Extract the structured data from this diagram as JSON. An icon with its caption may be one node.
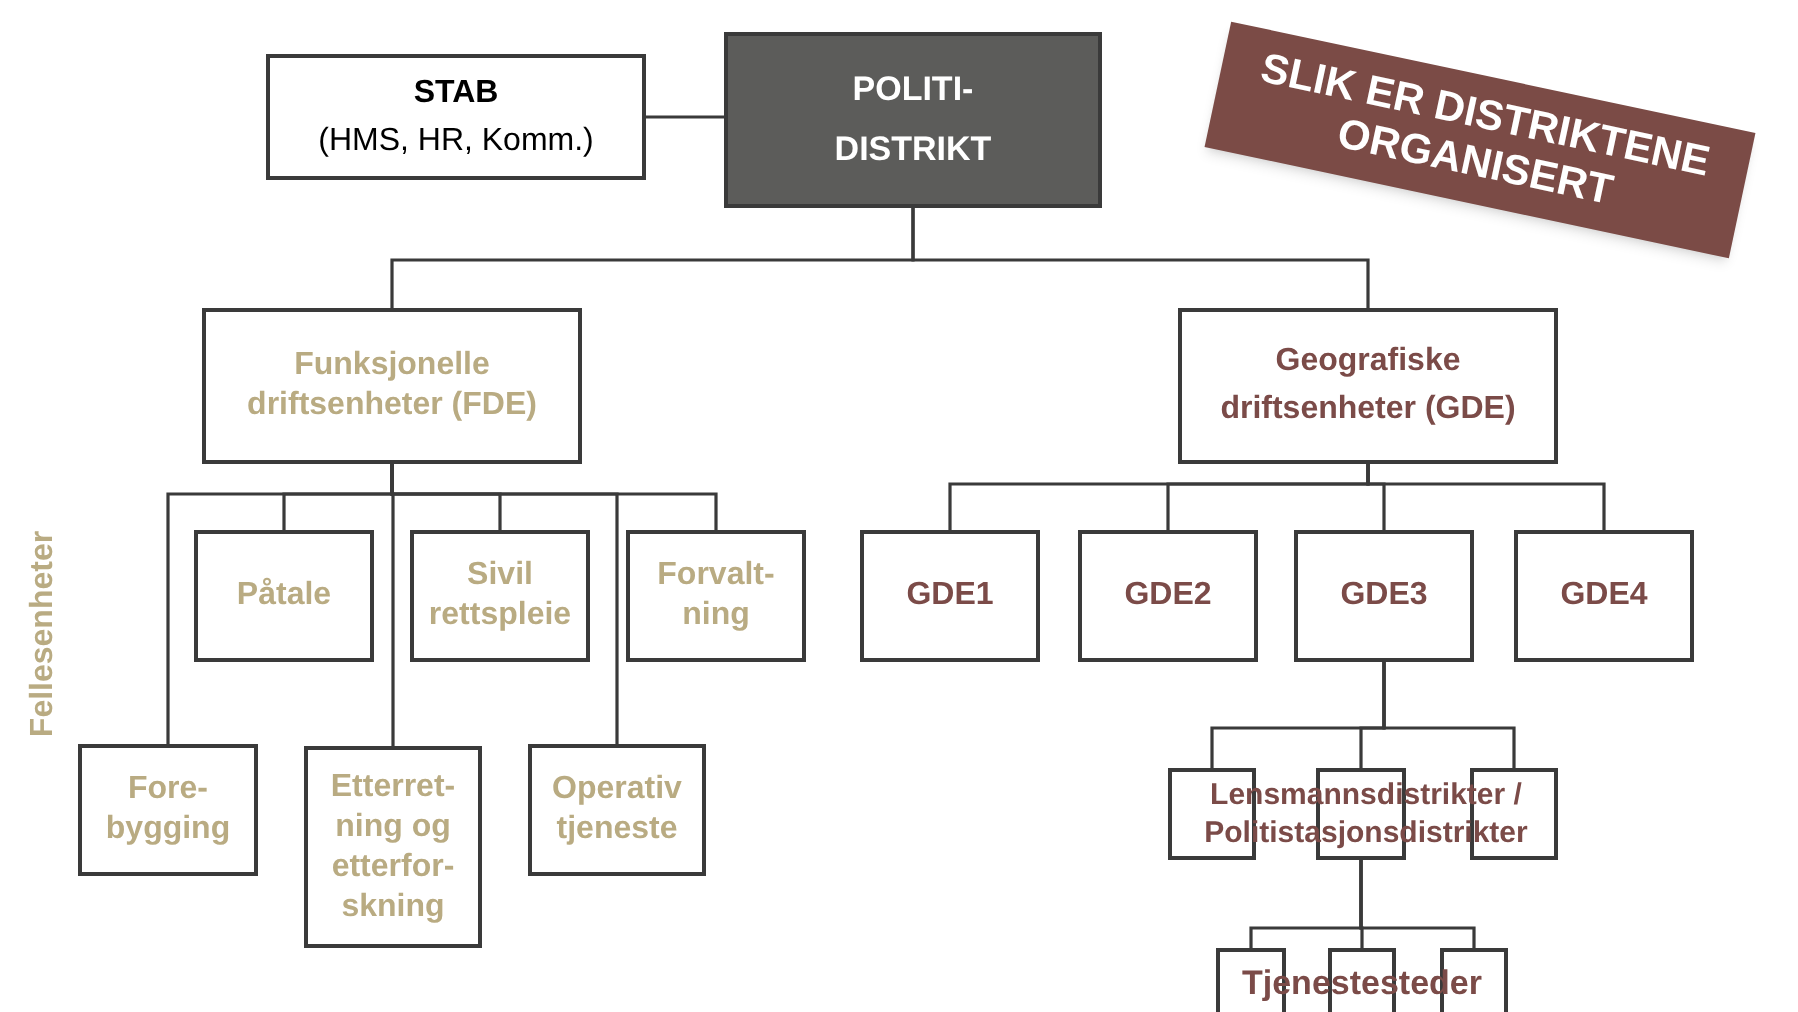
{
  "diagram": {
    "nodes": [
      {
        "text": [
          "STAB",
          "(HMS, HR, Komm.)"
        ]
      },
      {
        "text": [
          "POLITI- DISTRIKT"
        ]
      },
      {
        "text": [
          "Funksjonelle driftsenheter (FDE)"
        ]
      },
      {
        "text": [
          "Geografiske driftsenheter (GDE)"
        ]
      },
      {
        "text": [
          "Påtale"
        ]
      },
      {
        "text": [
          "Sivil rettspleie"
        ]
      },
      {
        "text": [
          "Forvalt- ning"
        ]
      },
      {
        "text": [
          "Fore- bygging"
        ]
      },
      {
        "text": [
          "Etterret- ning og etterfor- skning"
        ]
      },
      {
        "text": [
          "Operativ tjeneste"
        ]
      },
      {
        "text": [
          "GDE1"
        ]
      },
      {
        "text": [
          "GDE2"
        ]
      },
      {
        "text": [
          "GDE3"
        ]
      },
      {
        "text": [
          "GDE4"
        ]
      },
      {
        "text": [],
        "shape": "box"
      },
      {
        "text": [],
        "shape": "box"
      },
      {
        "text": [],
        "shape": "box"
      },
      {
        "text": [],
        "shape": "box"
      },
      {
        "text": [],
        "shape": "box"
      },
      {
        "text": [],
        "shape": "box"
      }
    ],
    "edges": [
      {
        "from": 0,
        "to": 1,
        "arrow": "none"
      },
      {
        "from": 1,
        "to": 2,
        "arrow": "none"
      },
      {
        "from": 1,
        "to": 3,
        "arrow": "none"
      },
      {
        "from": 2,
        "to": 4,
        "arrow": "none"
      },
      {
        "from": 2,
        "to": 5,
        "arrow": "none"
      },
      {
        "from": 2,
        "to": 6,
        "arrow": "none"
      },
      {
        "from": 2,
        "to": 7,
        "arrow": "none"
      },
      {
        "from": 2,
        "to": 8,
        "arrow": "none"
      },
      {
        "from": 2,
        "to": 9,
        "arrow": "none"
      },
      {
        "from": 3,
        "to": 10,
        "arrow": "none"
      },
      {
        "from": 3,
        "to": 11,
        "arrow": "none"
      },
      {
        "from": 3,
        "to": 12,
        "arrow": "none"
      },
      {
        "from": 3,
        "to": 13,
        "arrow": "none"
      },
      {
        "from": 12,
        "to": 14,
        "arrow": "none"
      },
      {
        "from": 12,
        "to": 15,
        "arrow": "none"
      },
      {
        "from": 12,
        "to": 16,
        "arrow": "none"
      },
      {
        "from": 15,
        "to": 17,
        "arrow": "none"
      },
      {
        "from": 15,
        "to": 18,
        "arrow": "none"
      },
      {
        "from": 15,
        "to": 19,
        "arrow": "none"
      }
    ],
    "labels": [
      "SLIK ER DISTRIKTENE ORGANISERT",
      "Fellesenheter",
      "Lensmannsdistrikter / Politistasjonsdistrikter",
      "Tjenestesteder"
    ]
  }
}
